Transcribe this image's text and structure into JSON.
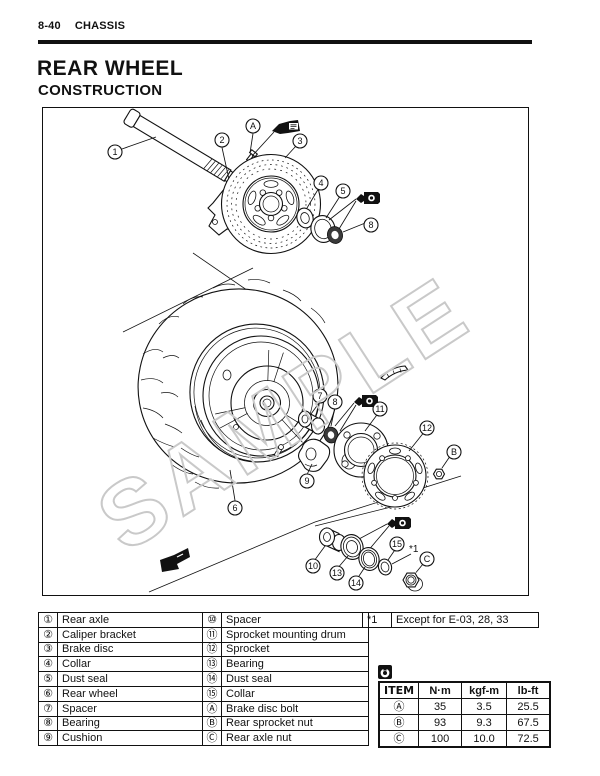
{
  "header": {
    "page_code": "8-40",
    "section": "CHASSIS"
  },
  "title": {
    "main": "REAR WHEEL",
    "sub": "CONSTRUCTION"
  },
  "diagram": {
    "watermark": "SAMPLE",
    "note_label": "*1",
    "callouts": {
      "c1": "1",
      "c2": "2",
      "c3": "3",
      "c4": "4",
      "c5": "5",
      "c6": "6",
      "c7": "7",
      "c8a": "8",
      "c8b": "8",
      "c9": "9",
      "c10": "10",
      "c11": "11",
      "c12": "12",
      "c13": "13",
      "c14": "14",
      "c15": "15",
      "cA": "A",
      "cB": "B",
      "cC": "C"
    },
    "icons": {
      "torque": "torque-wrench-icon",
      "grease": "grease-icon",
      "thread_lock": "thread-lock-icon",
      "fwd": "forward-arrow-icon"
    }
  },
  "parts_table": {
    "left": [
      {
        "key": "①",
        "label": "Rear axle"
      },
      {
        "key": "②",
        "label": "Caliper bracket"
      },
      {
        "key": "③",
        "label": "Brake disc"
      },
      {
        "key": "④",
        "label": "Collar"
      },
      {
        "key": "⑤",
        "label": "Dust seal"
      },
      {
        "key": "⑥",
        "label": "Rear wheel"
      },
      {
        "key": "⑦",
        "label": "Spacer"
      },
      {
        "key": "⑧",
        "label": "Bearing"
      },
      {
        "key": "⑨",
        "label": "Cushion"
      }
    ],
    "right": [
      {
        "key": "⑩",
        "label": "Spacer"
      },
      {
        "key": "⑪",
        "label": "Sprocket mounting drum"
      },
      {
        "key": "⑫",
        "label": "Sprocket"
      },
      {
        "key": "⑬",
        "label": "Bearing"
      },
      {
        "key": "⑭",
        "label": "Dust seal"
      },
      {
        "key": "⑮",
        "label": "Collar"
      },
      {
        "key": "Ⓐ",
        "label": "Brake disc bolt"
      },
      {
        "key": "Ⓑ",
        "label": "Rear sprocket nut"
      },
      {
        "key": "Ⓒ",
        "label": "Rear axle nut"
      }
    ]
  },
  "note": {
    "marker": "*1",
    "text": "Except for E-03, 28, 33"
  },
  "torque_table": {
    "headers": [
      "ITEM",
      "N·m",
      "kgf-m",
      "lb-ft"
    ],
    "rows": [
      [
        "Ⓐ",
        "35",
        "3.5",
        "25.5"
      ],
      [
        "Ⓑ",
        "93",
        "9.3",
        "67.5"
      ],
      [
        "Ⓒ",
        "100",
        "10.0",
        "72.5"
      ]
    ]
  }
}
